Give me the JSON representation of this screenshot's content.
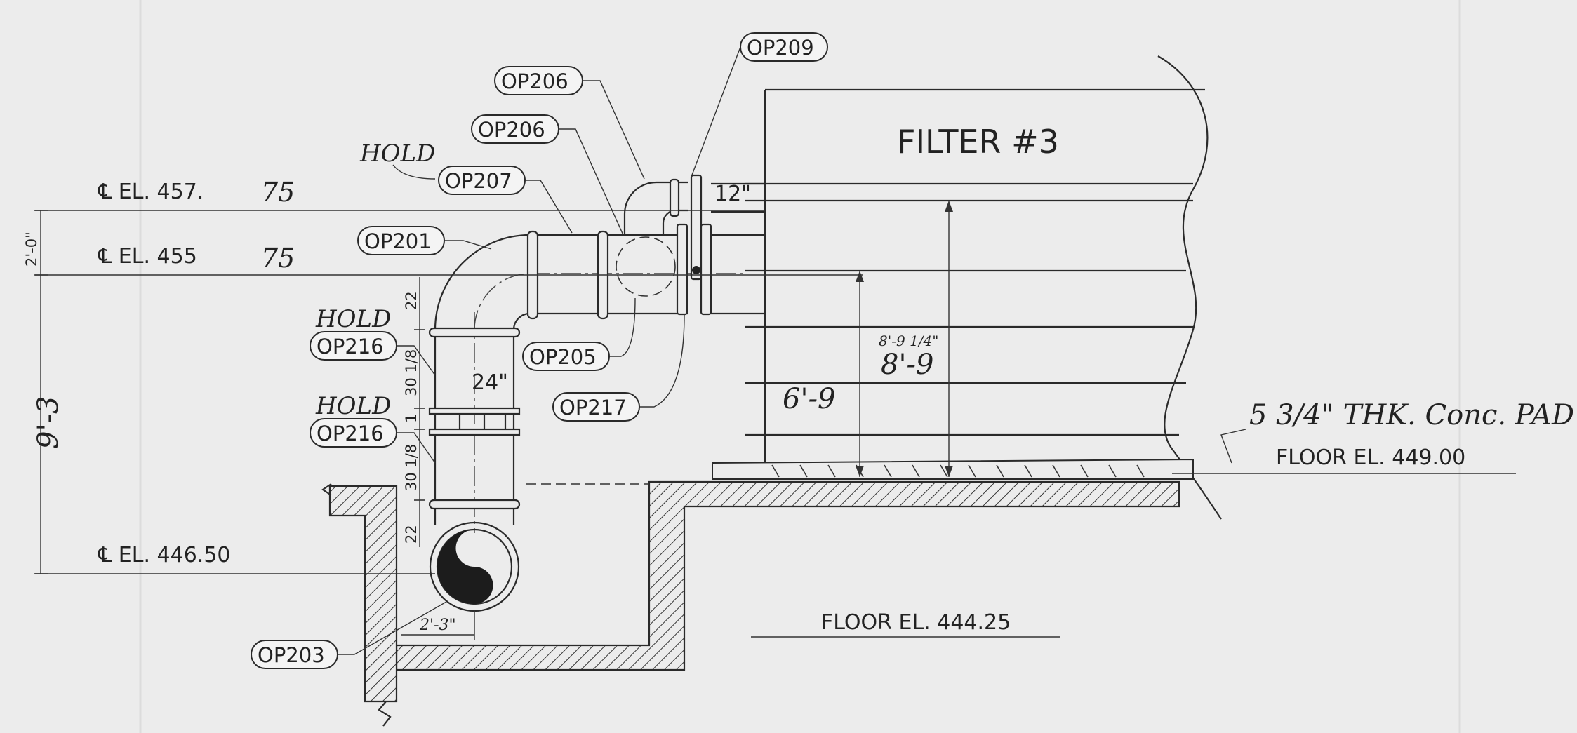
{
  "title": "FILTER #3",
  "tags": {
    "op209": "OP209",
    "op206_a": "OP206",
    "op206_b": "OP206",
    "op207": "OP207",
    "op201": "OP201",
    "op216_a": "OP216",
    "op216_b": "OP216",
    "op205": "OP205",
    "op217": "OP217",
    "op203": "OP203"
  },
  "handwritten": {
    "hold_top": "HOLD",
    "hold_mid": "HOLD",
    "hold_low": "HOLD",
    "pad_note": "5 3/4\" THK. Conc. PAD",
    "dim_8_9_small": "8'-9 1/4\"",
    "dim_8_9": "8'-9",
    "dim_6_9": "6'-9",
    "dim_9_3": "9'-3",
    "el_457_suffix": "75",
    "el_455_suffix": "75"
  },
  "labels": {
    "el_457": "℄ EL. 457.",
    "el_455": "℄ EL. 455",
    "el_446": "℄ EL. 446.50",
    "floor_449": "FLOOR EL. 449.00",
    "floor_444": "FLOOR EL. 444.25",
    "pipe_24": "24\"",
    "pipe_12": "12\"",
    "dim_2_0": "2'-0\"",
    "dim_2_3": "2'-3\"",
    "seg_22_top": "22",
    "seg_30_top": "30 1/8",
    "seg_1": "1",
    "seg_30_bot": "30 1/8",
    "seg_22_bot": "22"
  }
}
